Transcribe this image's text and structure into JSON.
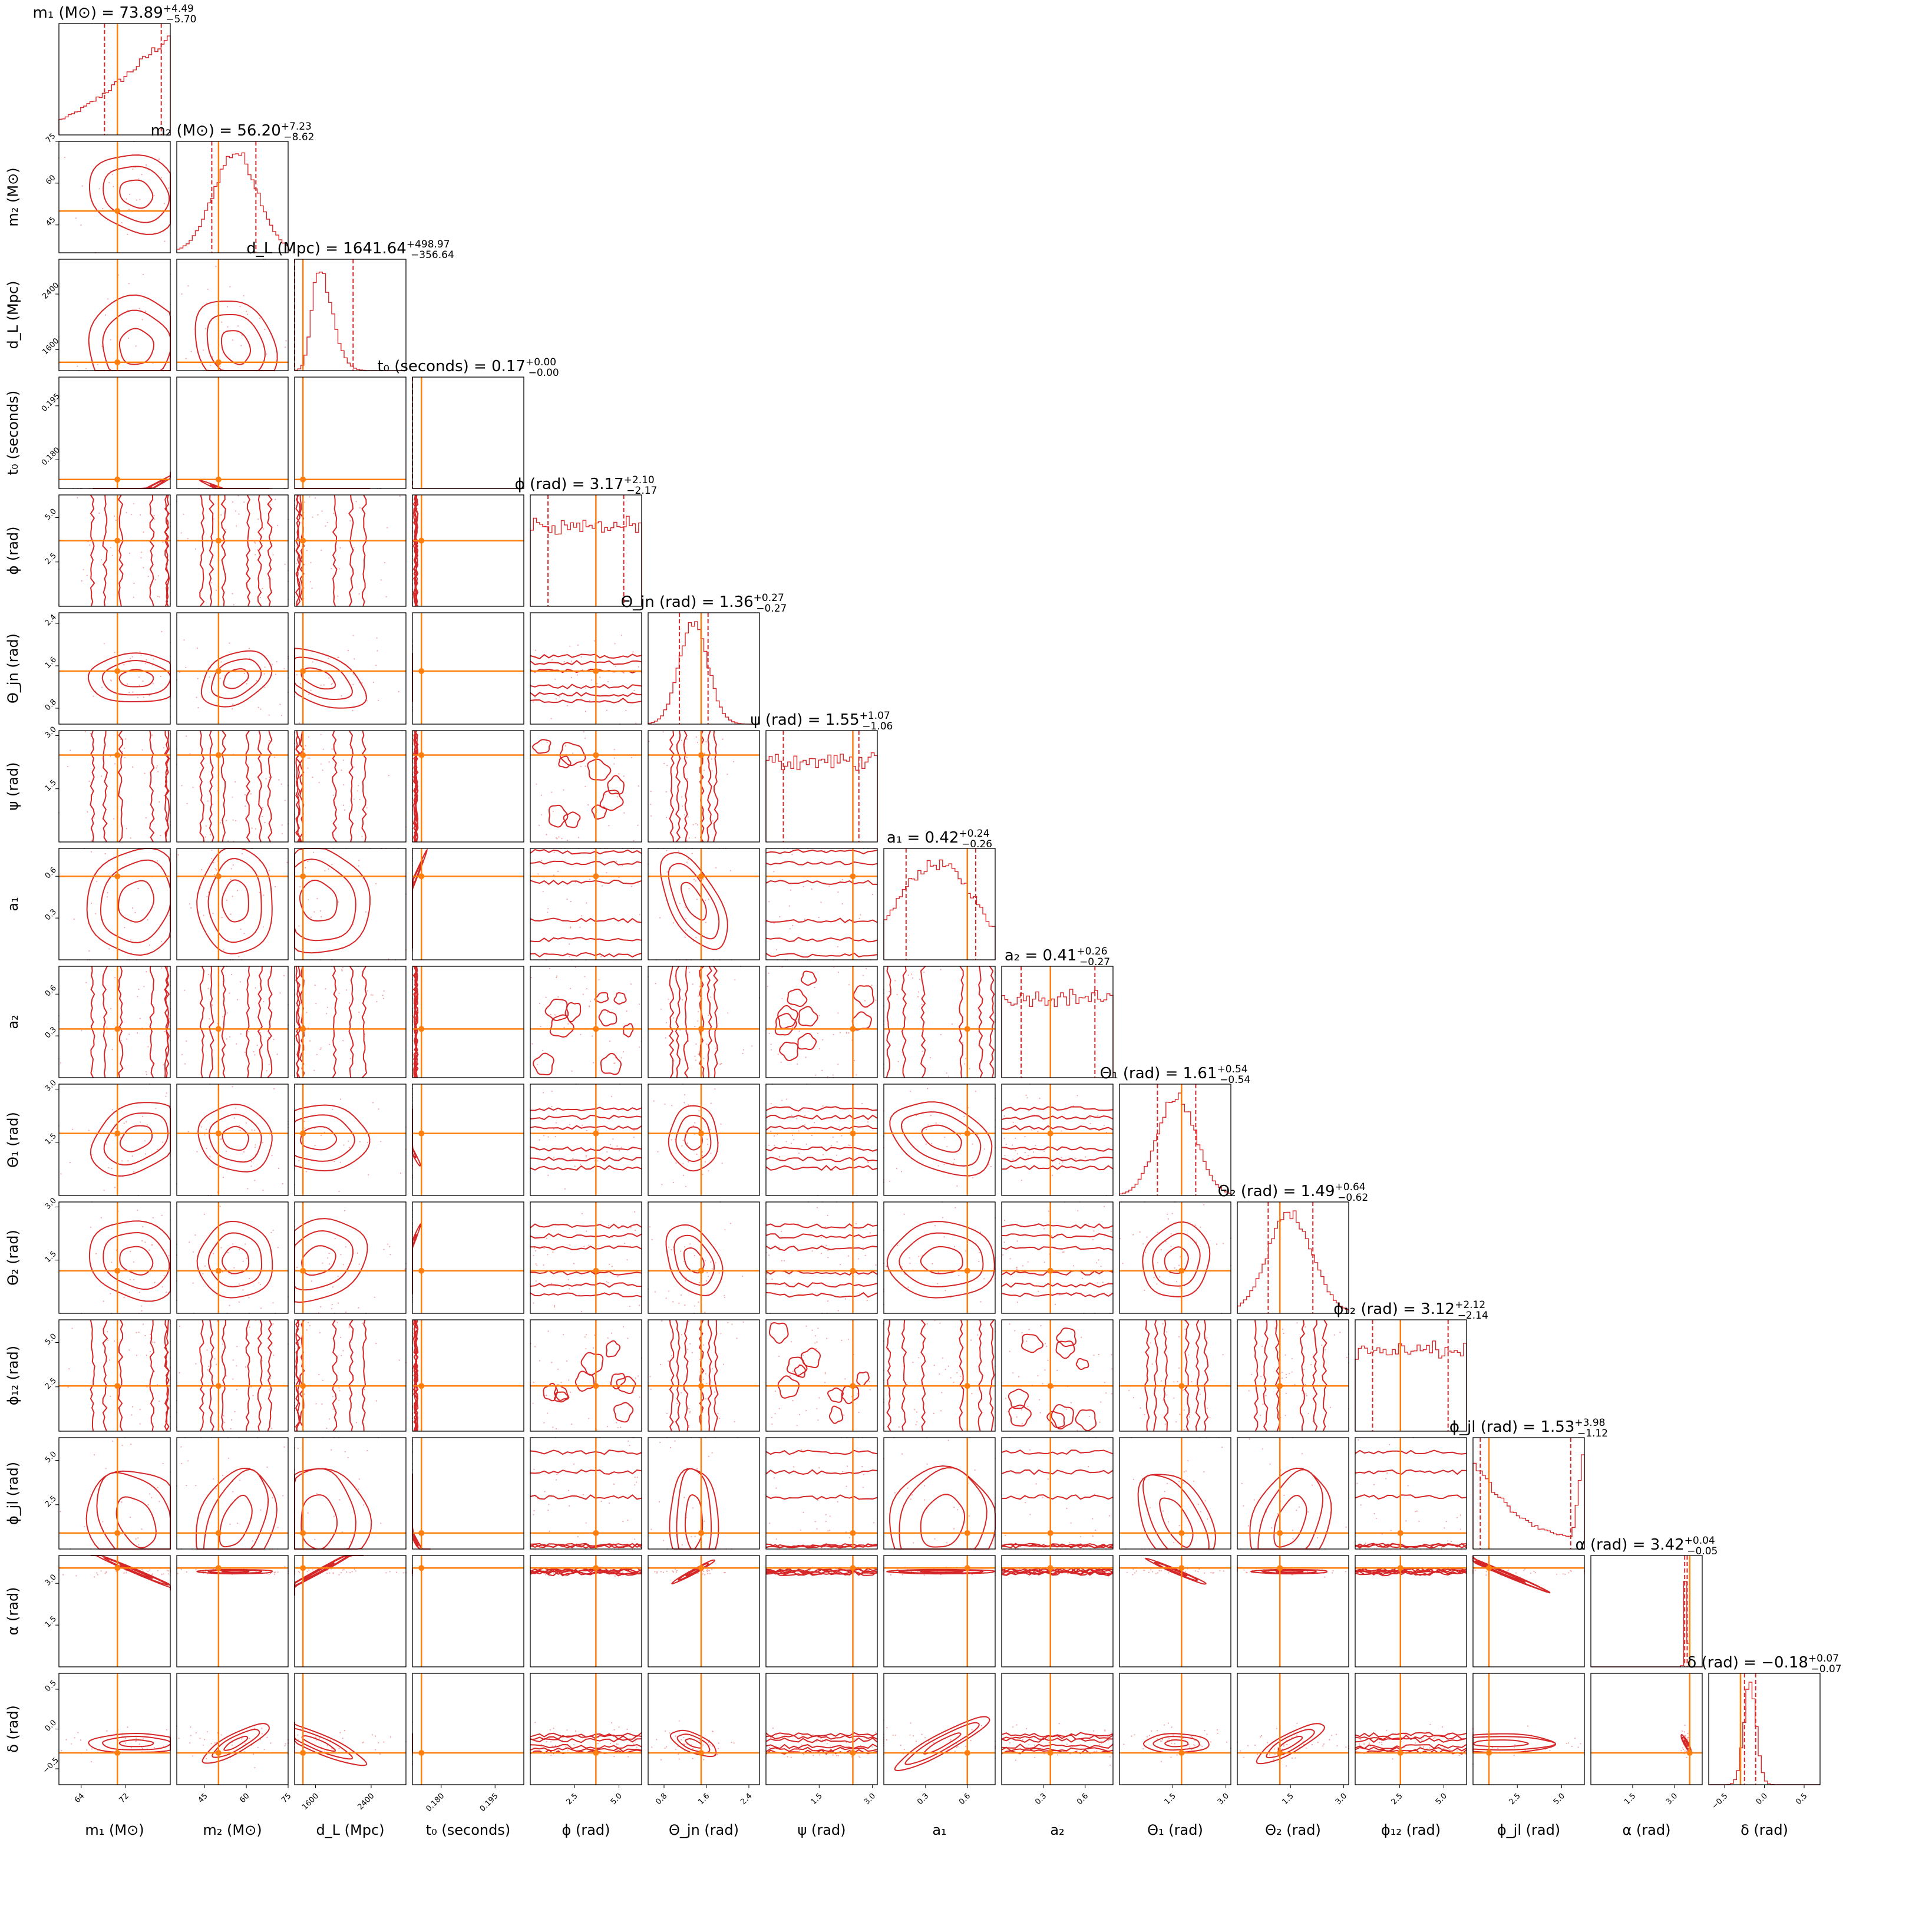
{
  "chart_data": {
    "type": "corner",
    "n_params": 15,
    "colors": {
      "posterior": "#d62728",
      "truth": "#ff7f0e",
      "samples": "#f4a6a6"
    },
    "parameters": [
      {
        "key": "m1",
        "label": "m₁ (M⊙)",
        "title": "m₁ (M⊙) = 73.89",
        "median": 73.89,
        "plus": "+4.49",
        "minus": "−5.70",
        "truth": 70.5,
        "lo": 60.0,
        "hi": 80.0,
        "ticks": [
          64,
          72
        ],
        "tick_labels": [
          "64",
          "72"
        ],
        "hist_shape": "rise"
      },
      {
        "key": "m2",
        "label": "m₂ (M⊙)",
        "title": "m₂ (M⊙) = 56.20",
        "median": 56.2,
        "plus": "+7.23",
        "minus": "−8.62",
        "truth": 50.0,
        "lo": 35.0,
        "hi": 75.0,
        "ticks": [
          45,
          60,
          75
        ],
        "tick_labels": [
          "45",
          "60",
          "75"
        ],
        "hist_shape": "gauss"
      },
      {
        "key": "dL",
        "label": "d_L (Mpc)",
        "title": "d_L (Mpc) = 1641.64",
        "median": 1641.64,
        "plus": "+498.97",
        "minus": "−356.64",
        "truth": 1420,
        "lo": 1300,
        "hi": 2900,
        "ticks": [
          1600,
          2400
        ],
        "tick_labels": [
          "1600",
          "2400"
        ],
        "hist_shape": "skew"
      },
      {
        "key": "t0",
        "label": "t₀ (seconds)",
        "title": "t₀ (seconds) = 0.17",
        "median": 0.17,
        "plus": "+0.00",
        "minus": "−0.00",
        "truth": 0.1745,
        "lo": 0.172,
        "hi": 0.203,
        "ticks": [
          0.18,
          0.195
        ],
        "tick_labels": [
          "0.180",
          "0.195"
        ],
        "hist_shape": "spike"
      },
      {
        "key": "phi",
        "label": "ϕ (rad)",
        "title": "ϕ (rad) = 3.17",
        "median": 3.17,
        "plus": "+2.10",
        "minus": "−2.17",
        "truth": 3.7,
        "lo": 0.0,
        "hi": 6.28,
        "ticks": [
          2.5,
          5.0
        ],
        "tick_labels": [
          "2.5",
          "5.0"
        ],
        "hist_shape": "flat"
      },
      {
        "key": "thetajn",
        "label": "Θ_jn (rad)",
        "title": "Θ_jn (rad) = 1.36",
        "median": 1.36,
        "plus": "+0.27",
        "minus": "−0.27",
        "truth": 1.5,
        "lo": 0.5,
        "hi": 2.6,
        "ticks": [
          0.8,
          1.6,
          2.4
        ],
        "tick_labels": [
          "0.8",
          "1.6",
          "2.4"
        ],
        "hist_shape": "gauss"
      },
      {
        "key": "psi",
        "label": "ψ (rad)",
        "title": "ψ (rad) = 1.55",
        "median": 1.55,
        "plus": "+1.07",
        "minus": "−1.06",
        "truth": 2.45,
        "lo": 0.0,
        "hi": 3.14,
        "ticks": [
          1.5,
          3.0
        ],
        "tick_labels": [
          "1.5",
          "3.0"
        ],
        "hist_shape": "flat"
      },
      {
        "key": "a1",
        "label": "a₁",
        "title": "a₁ = 0.42",
        "median": 0.42,
        "plus": "+0.24",
        "minus": "−0.26",
        "truth": 0.6,
        "lo": 0.0,
        "hi": 0.8,
        "ticks": [
          0.3,
          0.6
        ],
        "tick_labels": [
          "0.3",
          "0.6"
        ],
        "hist_shape": "hump"
      },
      {
        "key": "a2",
        "label": "a₂",
        "title": "a₂ = 0.41",
        "median": 0.41,
        "plus": "+0.26",
        "minus": "−0.27",
        "truth": 0.35,
        "lo": 0.0,
        "hi": 0.8,
        "ticks": [
          0.3,
          0.6
        ],
        "tick_labels": [
          "0.3",
          "0.6"
        ],
        "hist_shape": "flat"
      },
      {
        "key": "theta1",
        "label": "Θ₁ (rad)",
        "title": "Θ₁ (rad) = 1.61",
        "median": 1.61,
        "plus": "+0.54",
        "minus": "−0.54",
        "truth": 1.75,
        "lo": 0.0,
        "hi": 3.14,
        "ticks": [
          1.5,
          3.0
        ],
        "tick_labels": [
          "1.5",
          "3.0"
        ],
        "hist_shape": "gauss"
      },
      {
        "key": "theta2",
        "label": "Θ₂ (rad)",
        "title": "Θ₂ (rad) = 1.49",
        "median": 1.49,
        "plus": "+0.64",
        "minus": "−0.62",
        "truth": 1.2,
        "lo": 0.0,
        "hi": 3.14,
        "ticks": [
          1.5,
          3.0
        ],
        "tick_labels": [
          "1.5",
          "3.0"
        ],
        "hist_shape": "gauss"
      },
      {
        "key": "phi12",
        "label": "ϕ₁₂ (rad)",
        "title": "ϕ₁₂ (rad) = 3.12",
        "median": 3.12,
        "plus": "+2.12",
        "minus": "−2.14",
        "truth": 2.55,
        "lo": 0.0,
        "hi": 6.28,
        "ticks": [
          2.5,
          5.0
        ],
        "tick_labels": [
          "2.5",
          "5.0"
        ],
        "hist_shape": "flat"
      },
      {
        "key": "phijl",
        "label": "ϕ_jl (rad)",
        "title": "ϕ_jl (rad) = 1.53",
        "median": 1.53,
        "plus": "+3.98",
        "minus": "−1.12",
        "truth": 0.9,
        "lo": 0.0,
        "hi": 6.28,
        "ticks": [
          2.5,
          5.0
        ],
        "tick_labels": [
          "2.5",
          "5.0"
        ],
        "hist_shape": "ushape"
      },
      {
        "key": "alpha",
        "label": "α (rad)",
        "title": "α (rad) = 3.42",
        "median": 3.42,
        "plus": "+0.04",
        "minus": "−0.05",
        "truth": 3.55,
        "lo": 0.0,
        "hi": 4.0,
        "ticks": [
          1.5,
          3.0
        ],
        "tick_labels": [
          "1.5",
          "3.0"
        ],
        "hist_shape": "spike"
      },
      {
        "key": "delta",
        "label": "δ (rad)",
        "title": "δ (rad) = −0.18",
        "median": -0.18,
        "plus": "+0.07",
        "minus": "−0.07",
        "truth": -0.3,
        "lo": -0.7,
        "hi": 0.7,
        "ticks": [
          -0.5,
          0.0,
          0.5
        ],
        "tick_labels": [
          "−0.5",
          "0.0",
          "0.5"
        ],
        "hist_shape": "narrow"
      }
    ]
  }
}
